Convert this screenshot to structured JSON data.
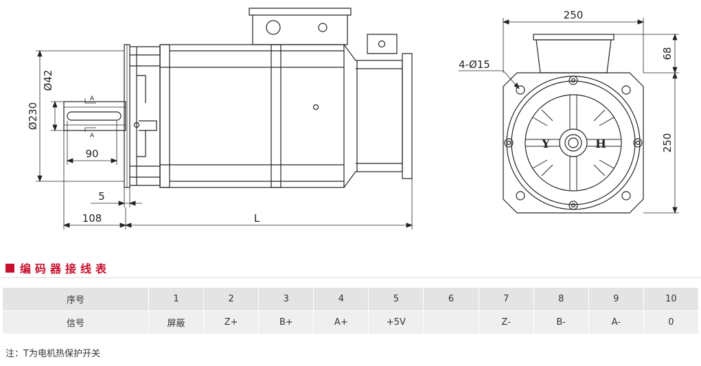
{
  "dimensions": {
    "d230": "Ø230",
    "d42": "Ø42",
    "key_len": "90",
    "shoulder": "5",
    "shaft_len": "108",
    "total_len": "L",
    "width_top": "250",
    "box_height": "68",
    "height_side": "250",
    "holes": "4-Ø15",
    "section_a_top": "A",
    "section_a_bottom": "A",
    "flange_left_letter": "Y",
    "flange_right_letter": "H"
  },
  "section": {
    "title": "编码器接线表",
    "accent": "#c8102e"
  },
  "table": {
    "header_label": "序号",
    "signal_label": "信号",
    "pins": [
      "1",
      "2",
      "3",
      "4",
      "5",
      "6",
      "7",
      "8",
      "9",
      "10"
    ],
    "signals": [
      "屏蔽",
      "Z+",
      "B+",
      "A+",
      "+5V",
      "",
      "Z-",
      "B-",
      "A-",
      "0"
    ]
  },
  "footnote": "注：T为电机热保护开关"
}
